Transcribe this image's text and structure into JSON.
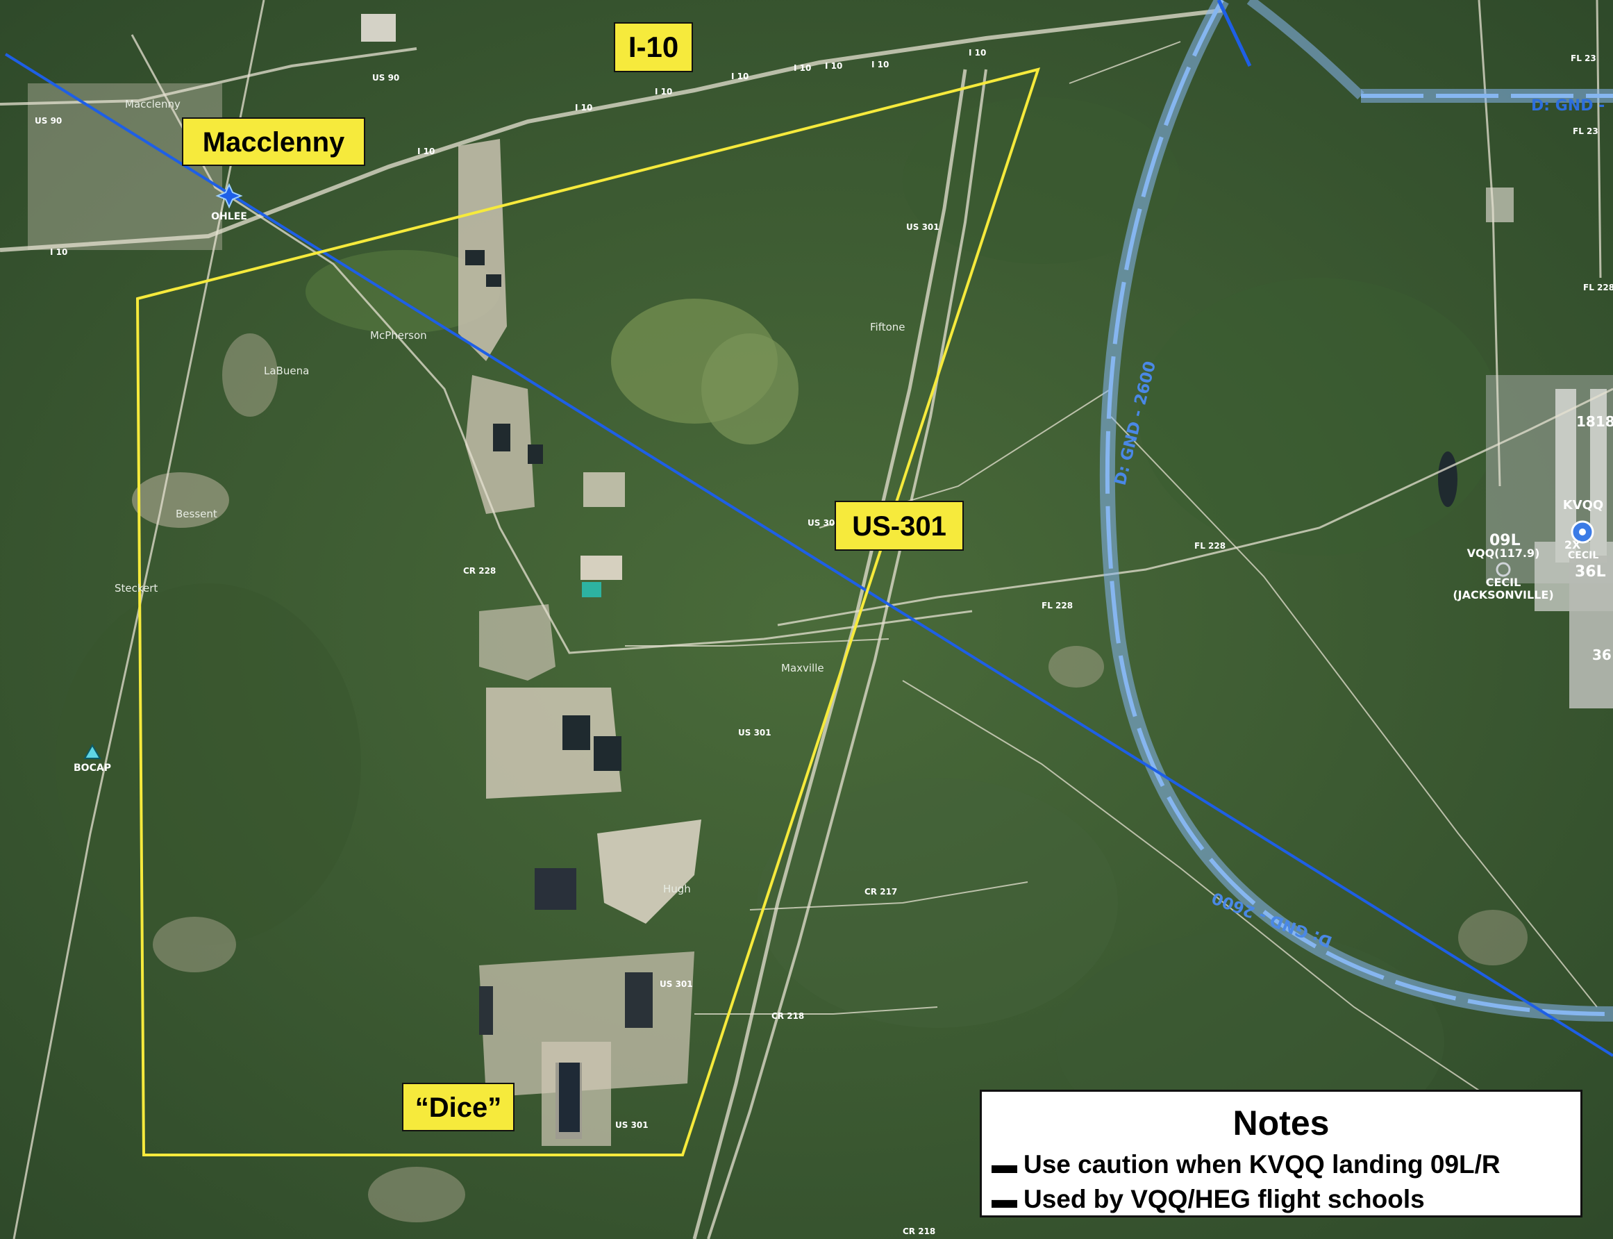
{
  "callouts": {
    "i10": "I-10",
    "macclenny": "Macclenny",
    "us301": "US-301",
    "dice": "“Dice”"
  },
  "notes": {
    "title": "Notes",
    "items": [
      "Use caution when KVQQ landing 09L/R",
      "Used by VQQ/HEG flight schools"
    ]
  },
  "airspace": {
    "label_vertical": "D: GND - 2600",
    "label_lower": "D: GND - 2600",
    "label_top": "D: GND -"
  },
  "waypoints": {
    "ohlee": "OHLEE",
    "bocap": "BOCAP"
  },
  "airport": {
    "id": "KVQQ",
    "freq": "VQQ(117.9)",
    "name": "CECIL",
    "city": "(JACKSONVILLE)",
    "rwy_09l": "09L",
    "rwy_36l": "36L",
    "cecil_short": "CECIL",
    "top_rwy": "1818",
    "rwy_36": "36",
    "ctaf": "2X"
  },
  "places": {
    "macclenny": "Macclenny",
    "mcpherson": "McPherson",
    "labuena": "LaBuena",
    "fiftone": "Fiftone",
    "bessent": "Bessent",
    "steckert": "Steckert",
    "maxville": "Maxville",
    "hugh": "Hugh"
  },
  "roads": {
    "us90_a": "US 90",
    "us90_b": "US 90",
    "i10_a": "I 10",
    "i10_b": "I 10",
    "i10_c": "I 10",
    "i10_d": "I 10",
    "i10_e": "I 10",
    "i10_f": "I 10",
    "i10_g": "I 10",
    "i10_h": "I 10",
    "i10_i": "I 10",
    "us301_a": "US 301",
    "us301_b": "US 301",
    "us301_c": "US 301",
    "us301_d": "US 301",
    "us301_e": "US 301",
    "cr228": "CR 228",
    "fl228_a": "FL 228",
    "fl228_b": "FL 228",
    "fl228_c": "FL 228",
    "fl23_a": "FL 23",
    "fl23_b": "FL 23",
    "cr217": "CR 217",
    "cr218_a": "CR 218",
    "cr218_b": "CR 218"
  },
  "colors": {
    "yellow": "#f6ea3c",
    "flightline": "#1e5fe6",
    "airspace": "#86b6f0"
  }
}
